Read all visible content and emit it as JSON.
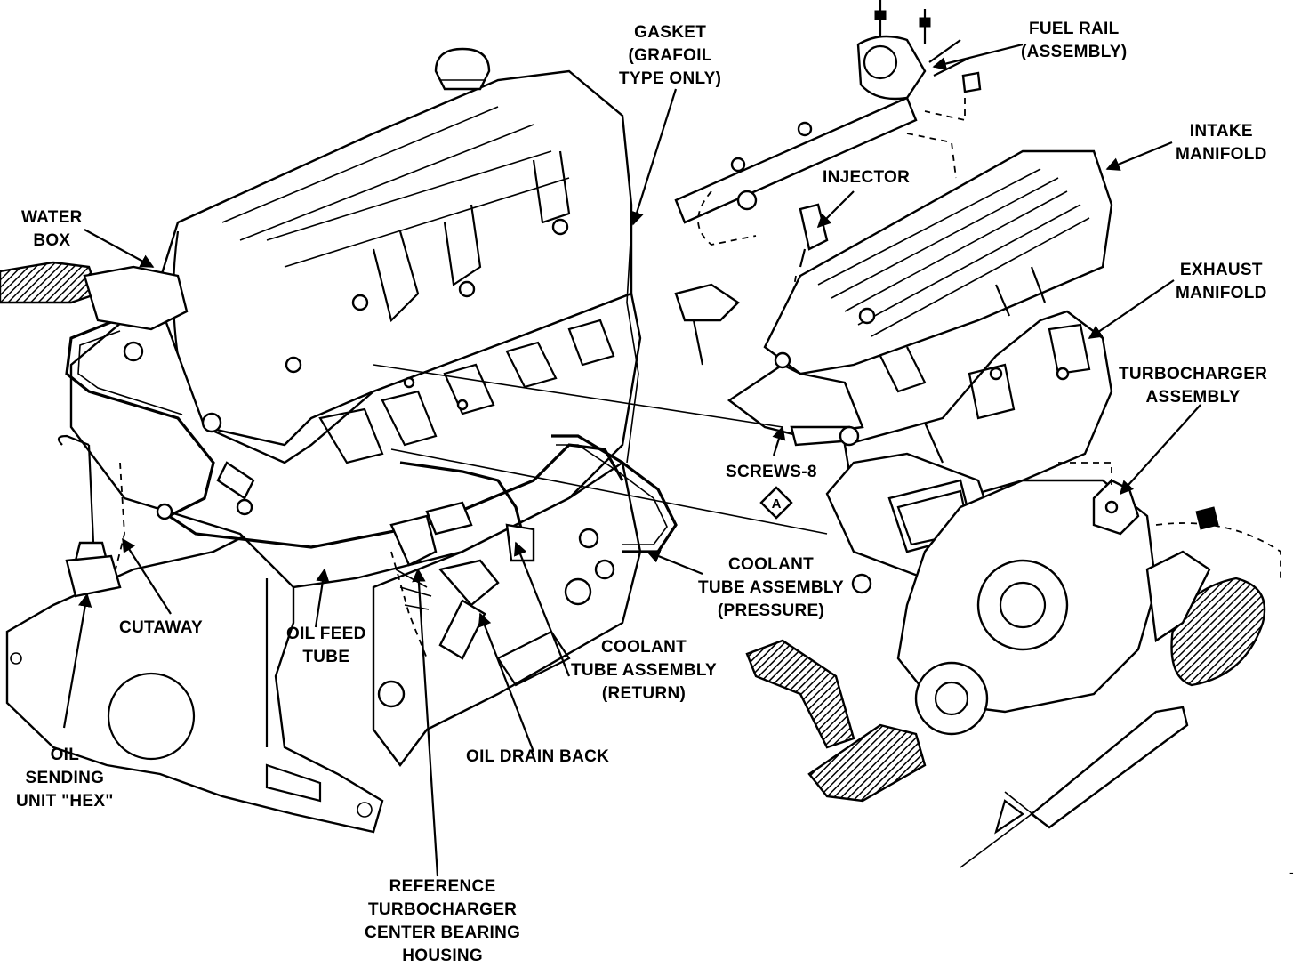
{
  "labels": {
    "gasket": [
      "GASKET",
      "(GRAFOIL",
      "TYPE ONLY)"
    ],
    "fuel_rail": [
      "FUEL RAIL",
      "(ASSEMBLY)"
    ],
    "intake_manifold": [
      "INTAKE",
      "MANIFOLD"
    ],
    "injector": [
      "INJECTOR"
    ],
    "water_box": [
      "WATER",
      "BOX"
    ],
    "exhaust_manifold": [
      "EXHAUST",
      "MANIFOLD"
    ],
    "turbocharger_assembly": [
      "TURBOCHARGER",
      "ASSEMBLY"
    ],
    "screws": [
      "SCREWS-8"
    ],
    "screws_callout": "A",
    "coolant_pressure": [
      "COOLANT",
      "TUBE ASSEMBLY",
      "(PRESSURE)"
    ],
    "cutaway": [
      "CUTAWAY"
    ],
    "oil_feed_tube": [
      "OIL FEED",
      "TUBE"
    ],
    "coolant_return": [
      "COOLANT",
      "TUBE ASSEMBLY",
      "(RETURN)"
    ],
    "oil_sending_unit": [
      "OIL",
      "SENDING",
      "UNIT \"HEX\""
    ],
    "oil_drain_back": [
      "OIL DRAIN BACK"
    ],
    "reference_housing": [
      "REFERENCE",
      "TURBOCHARGER",
      "CENTER BEARING",
      "HOUSING"
    ]
  }
}
